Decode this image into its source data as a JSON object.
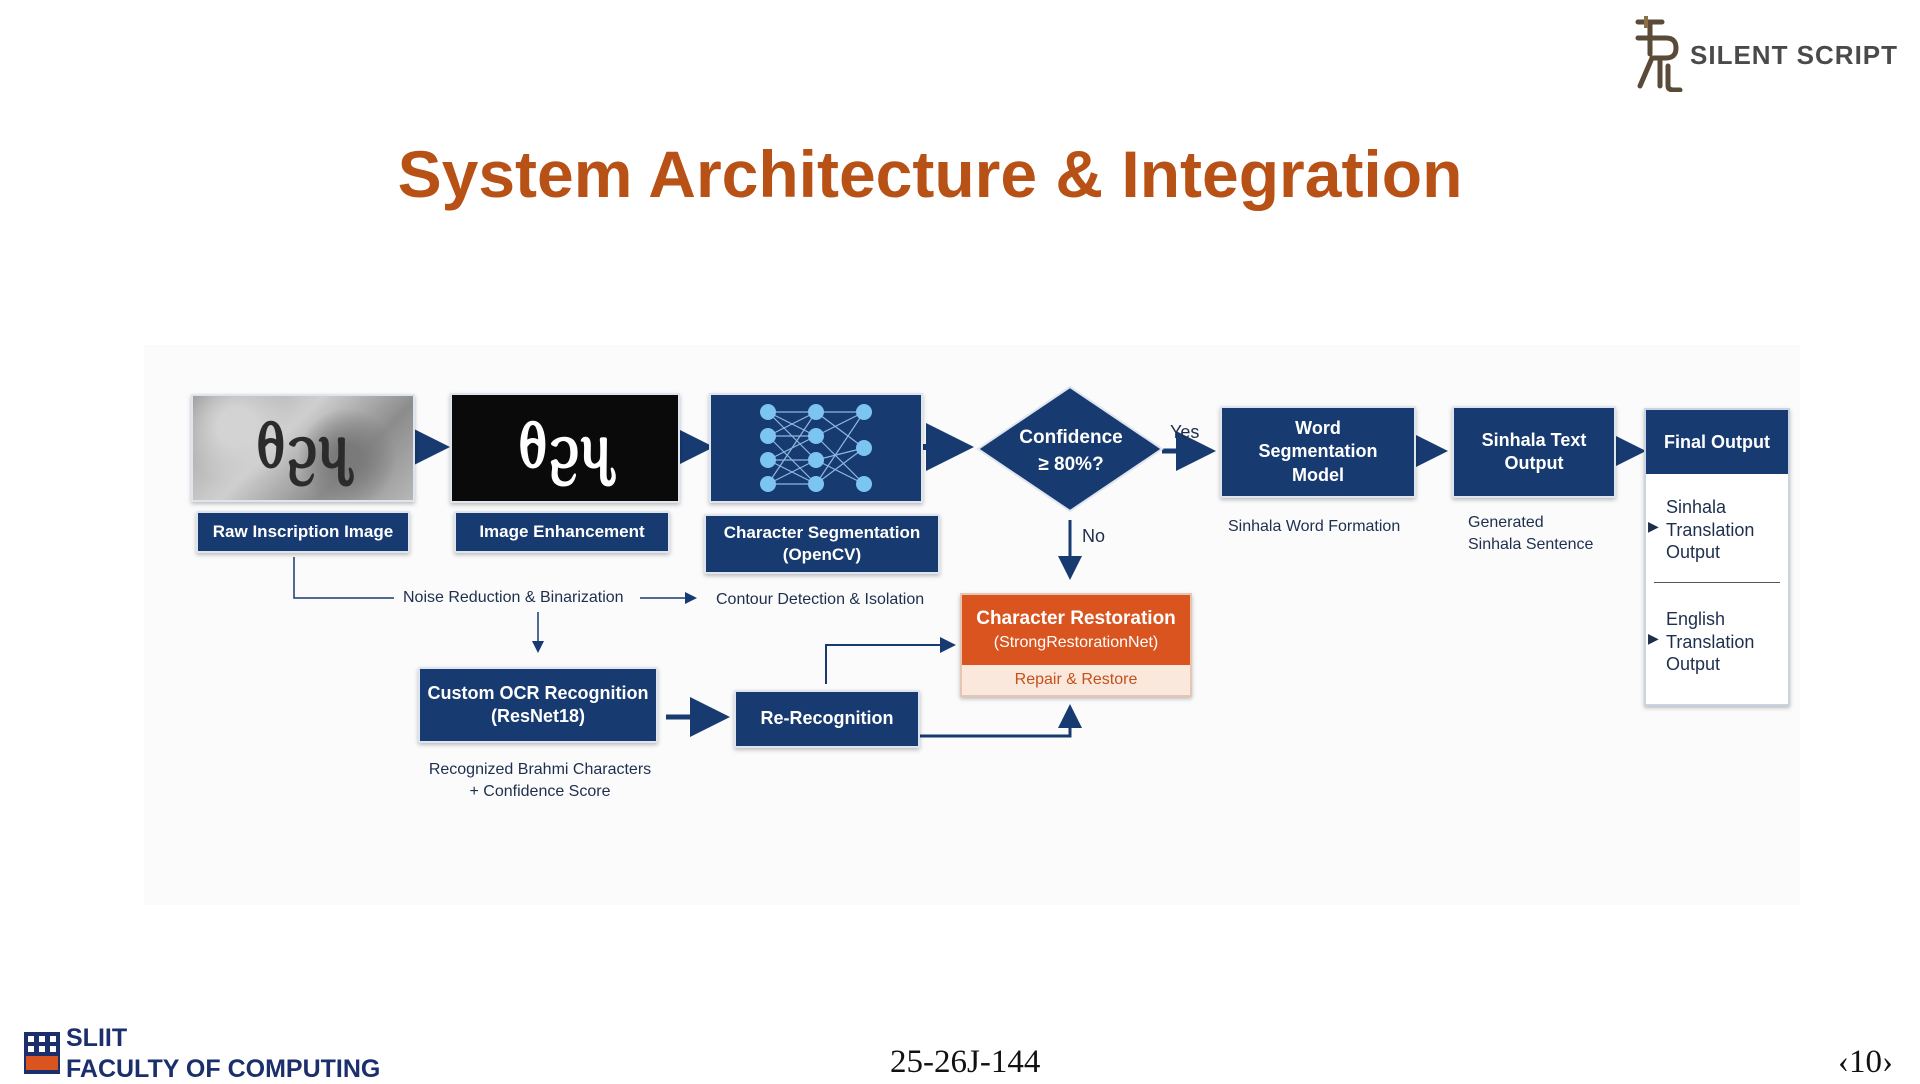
{
  "header": {
    "brand": "SILENT SCRIPT",
    "title": "System Architecture & Integration"
  },
  "diagram": {
    "raw_image_glyphs": "ᦲᦳᦴ",
    "enhanced_image_glyphs": "ᦲᦳᦴ",
    "nodes": {
      "raw": "Raw Inscription Image",
      "enhance": "Image Enhancement",
      "segment_l1": "Character Segmentation",
      "segment_l2": "(OpenCV)",
      "confidence_l1": "Confidence",
      "confidence_l2": "≥ 80%?",
      "word_seg_l1": "Word",
      "word_seg_l2": "Segmentation",
      "word_seg_l3": "Model",
      "sinhala_out_l1": "Sinhala Text",
      "sinhala_out_l2": "Output",
      "final_title": "Final Output",
      "final_item1_l1": "Sinhala",
      "final_item1_l2": "Translation",
      "final_item1_l3": "Output",
      "final_item2_l1": "English",
      "final_item2_l2": "Translation",
      "final_item2_l3": "Output",
      "ocr_l1": "Custom OCR Recognition",
      "ocr_l2": "(ResNet18)",
      "rerec": "Re-Recognition",
      "restore_title": "Character Restoration",
      "restore_sub": "(StrongRestorationNet)",
      "restore_foot": "Repair & Restore"
    },
    "captions": {
      "noise": "Noise Reduction & Binarization",
      "contour": "Contour Detection & Isolation",
      "word_form": "Sinhala Word Formation",
      "generated_l1": "Generated",
      "generated_l2": "Sinhala Sentence",
      "recognized_l1": "Recognized Brahmi Characters",
      "recognized_l2": "+ Confidence Score"
    },
    "decisions": {
      "yes": "Yes",
      "no": "No"
    }
  },
  "footer": {
    "org_line1": "SLIIT",
    "org_line2": "FACULTY OF COMPUTING",
    "code": "25-26J-144",
    "page": "‹10›"
  },
  "colors": {
    "navy": "#173a70",
    "orange": "#d9541e",
    "title_orange": "#b85116"
  }
}
